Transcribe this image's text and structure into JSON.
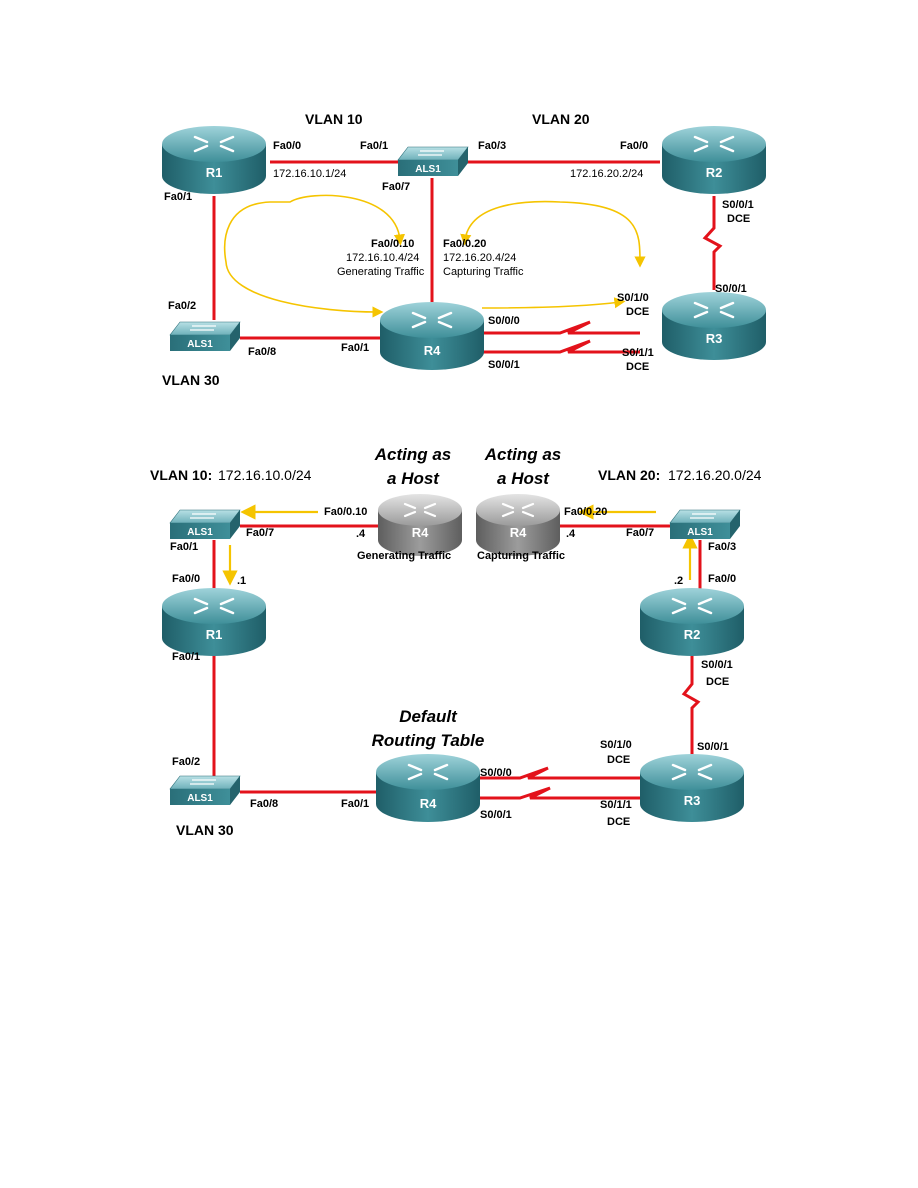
{
  "colors": {
    "link": "#e3121b",
    "flow": "#f5c400",
    "router_teal": "#2f7f8a",
    "router_gray": "#7e7e7e",
    "switch_teal": "#3b8c96"
  },
  "icons": {
    "router": "router-icon",
    "switch": "switch-icon",
    "serial_link": "serial-zigzag-icon",
    "traffic_arrow": "arrow-icon"
  },
  "top": {
    "vlan10": "VLAN 10",
    "vlan20": "VLAN 20",
    "vlan30": "VLAN 30",
    "r1": "R1",
    "r2": "R2",
    "r3": "R3",
    "r4": "R4",
    "als1_top": "ALS1",
    "als1_bottom": "ALS1",
    "r1_fa00": "Fa0/0",
    "r1_ip": "172.16.10.1/24",
    "r1_fa01": "Fa0/1",
    "sw_fa01": "Fa0/1",
    "sw_fa03": "Fa0/3",
    "sw_fa07": "Fa0/7",
    "r2_fa00": "Fa0/0",
    "r2_ip": "172.16.20.2/24",
    "r2_s001": "S0/0/1",
    "r2_dce": "DCE",
    "r3_s001": "S0/0/1",
    "sw2_fa02": "Fa0/2",
    "sw2_fa08": "Fa0/8",
    "r4_fa01": "Fa0/1",
    "r4_s000": "S0/0/0",
    "r4_s001": "S0/0/1",
    "r3_s010": "S0/1/0",
    "r3_s010_dce": "DCE",
    "r3_s011": "S0/1/1",
    "r3_s011_dce": "DCE",
    "sub10": "Fa0/0.10",
    "sub10_ip": "172.16.10.4/24",
    "sub10_note": "Generating Traffic",
    "sub20": "Fa0/0.20",
    "sub20_ip": "172.16.20.4/24",
    "sub20_note": "Capturing Traffic"
  },
  "bottom": {
    "vlan10_label": "VLAN 10:",
    "vlan10_net": "172.16.10.0/24",
    "vlan20_label": "VLAN 20:",
    "vlan20_net": "172.16.20.0/24",
    "vlan30": "VLAN 30",
    "host_a_l1": "Acting as",
    "host_a_l2": "a Host",
    "host_b_l1": "Acting as",
    "host_b_l2": "a Host",
    "default_l1": "Default",
    "default_l2": "Routing Table",
    "als1_left": "ALS1",
    "als1_right": "ALS1",
    "als1_bottom": "ALS1",
    "r1": "R1",
    "r2": "R2",
    "r3": "R3",
    "r4_host_a": "R4",
    "r4_host_b": "R4",
    "r4_main": "R4",
    "sw_fa01": "Fa0/1",
    "sw_fa07": "Fa0/7",
    "r1_fa00": "Fa0/0",
    "r1_dot1": ".1",
    "r1_fa01": "Fa0/1",
    "ha_fa010": "Fa0/0.10",
    "ha_dot4": ".4",
    "ha_note": "Generating Traffic",
    "hb_fa020": "Fa0/0.20",
    "hb_dot4": ".4",
    "hb_note": "Capturing Traffic",
    "swr_fa07": "Fa0/7",
    "swr_fa03": "Fa0/3",
    "r2_dot2": ".2",
    "r2_fa00": "Fa0/0",
    "r2_s001": "S0/0/1",
    "r2_dce": "DCE",
    "r3_s001": "S0/0/1",
    "r3_s010": "S0/1/0",
    "r3_s010_dce": "DCE",
    "r3_s011": "S0/1/1",
    "r3_s011_dce": "DCE",
    "sw_fa02": "Fa0/2",
    "sw_fa08": "Fa0/8",
    "r4_fa01": "Fa0/1",
    "r4_s000": "S0/0/0",
    "r4_s001": "S0/0/1"
  }
}
